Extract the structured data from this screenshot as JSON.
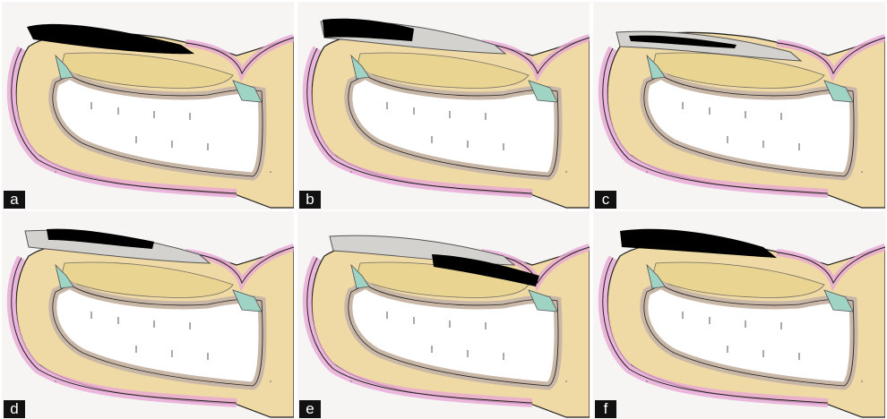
{
  "panels": [
    {
      "label": "a"
    },
    {
      "label": "b"
    },
    {
      "label": "c"
    },
    {
      "label": "d"
    },
    {
      "label": "e"
    },
    {
      "label": "f"
    }
  ],
  "colors": {
    "skin": "#e8a6d4",
    "skin_outline": "#222222",
    "fat": "#efd9a4",
    "bone": "#d6c8bb",
    "ligament": "#9fd3c4",
    "bed": "#eee29a",
    "plate": "#d4d2ce",
    "pigment": "#000000",
    "background": "#f6f5f3"
  }
}
